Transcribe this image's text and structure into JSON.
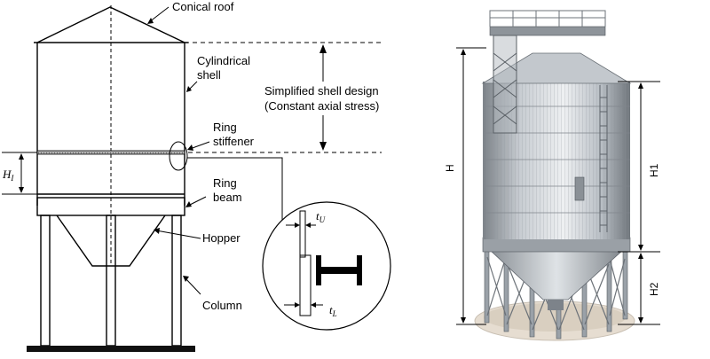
{
  "labels": {
    "conical_roof": "Conical roof",
    "cylindrical_shell": [
      "Cylindrical",
      "shell"
    ],
    "simplified_design": [
      "Simplified shell design",
      "(Constant axial stress)"
    ],
    "ring_stiffener": [
      "Ring",
      "stiffener"
    ],
    "ring_beam": [
      "Ring",
      "beam"
    ],
    "hopper": "Hopper",
    "column": "Column",
    "h_i": {
      "base": "H",
      "sub": "I"
    },
    "t_u": {
      "base": "t",
      "sub": "U"
    },
    "t_l": {
      "base": "t",
      "sub": "L"
    }
  },
  "dimensions": {
    "H": "H",
    "H1": "H1",
    "H2": "H2"
  },
  "colors": {
    "line": "#000000",
    "ring_stiffener_fill": "#9a9a9a",
    "silo_shell": "#c9ced3",
    "silo_dark": "#5e646b",
    "base_ring": "#e6ddd1"
  }
}
